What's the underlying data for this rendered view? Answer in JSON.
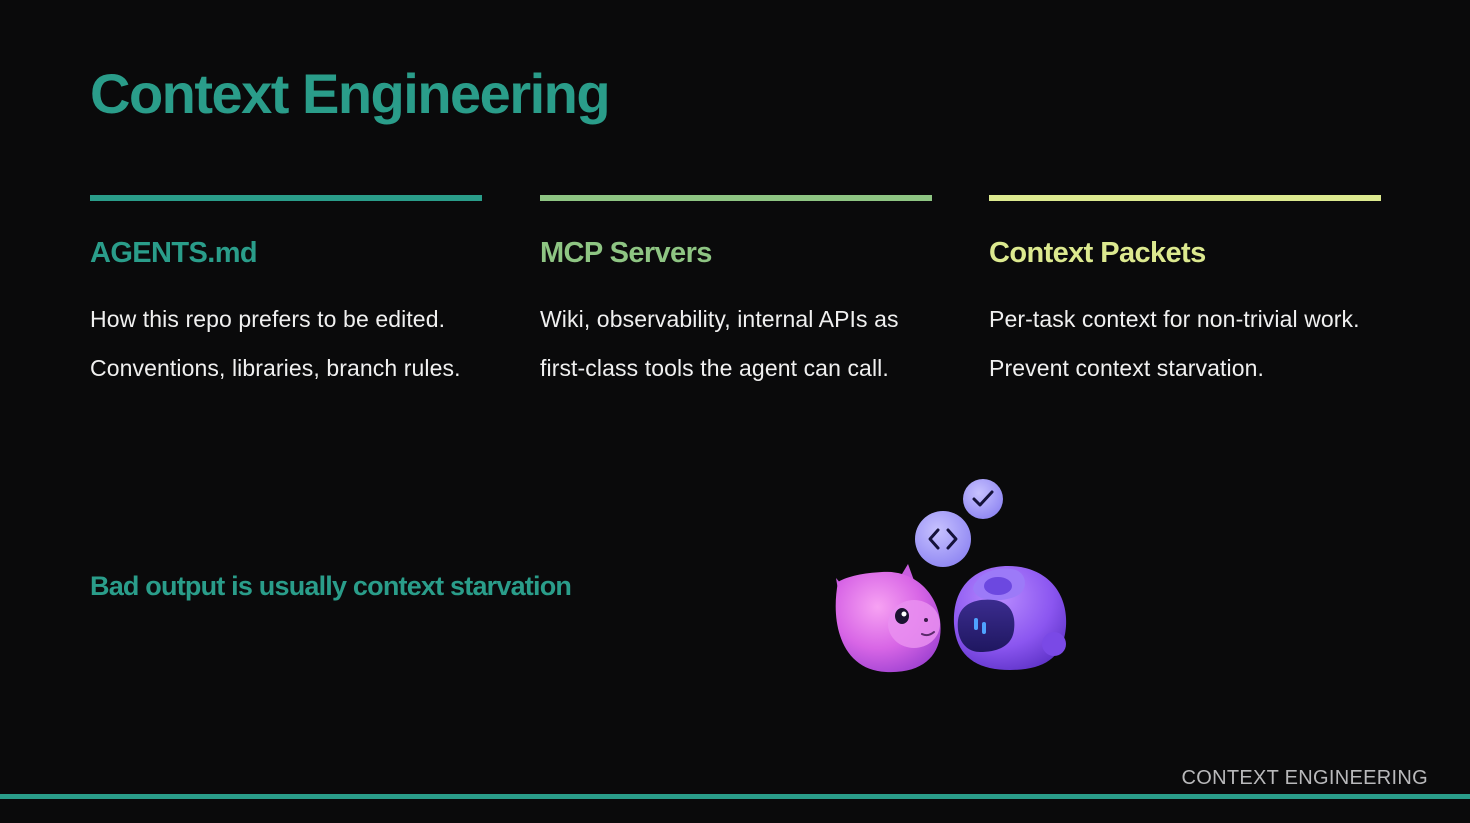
{
  "slide": {
    "title": "Context Engineering",
    "footer": "CONTEXT ENGINEERING",
    "tagline": "Bad output is usually context starvation"
  },
  "columns": [
    {
      "heading": "AGENTS.md",
      "body": "How this repo prefers to be edited. Conventions, libraries, branch rules.",
      "accent": "#2a9d8a"
    },
    {
      "heading": "MCP Servers",
      "body": "Wiki, observability, internal APIs as first-class tools the agent can call.",
      "accent": "#8ec583"
    },
    {
      "heading": "Context Packets",
      "body": "Per-task context for non-trivial work. Prevent context starvation.",
      "accent": "#dce98f"
    }
  ],
  "illustration": {
    "icons": [
      "checkmark-icon",
      "code-brackets-icon",
      "cat-mascot",
      "robot-mascot"
    ]
  },
  "colors": {
    "background": "#0a0a0b",
    "primary": "#2a9d8a",
    "secondary": "#8ec583",
    "tertiary": "#dce98f",
    "footer_text": "#b9b9bb"
  }
}
